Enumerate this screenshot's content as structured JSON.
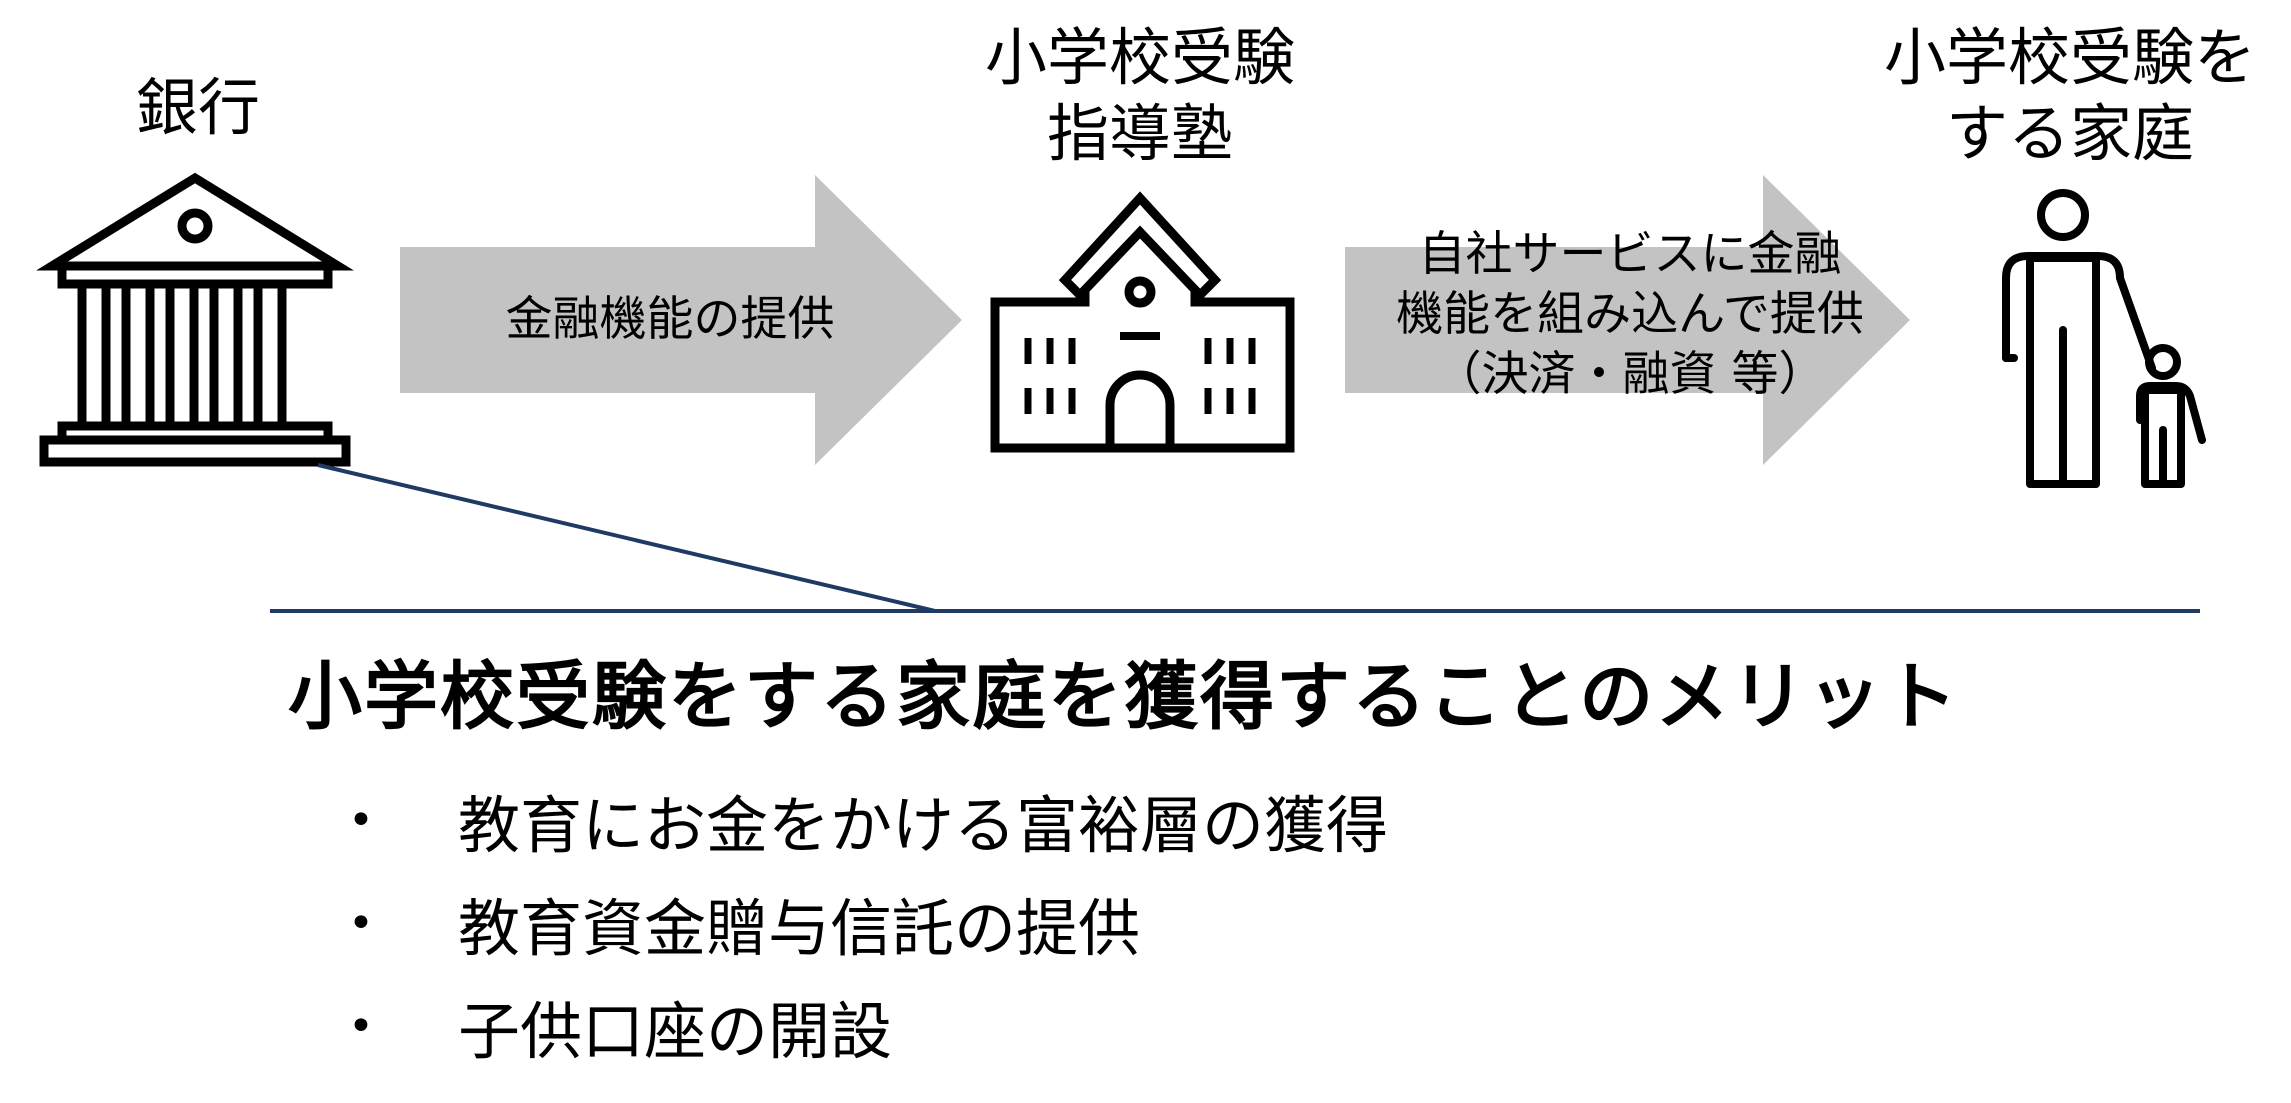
{
  "actors": {
    "bank": {
      "label": "銀行",
      "icon": "bank-icon"
    },
    "juku": {
      "label_line1": "小学校受験",
      "label_line2": "指導塾",
      "icon": "school-icon"
    },
    "family": {
      "label_line1": "小学校受験を",
      "label_line2": "する家庭",
      "icon": "parent-child-icon"
    }
  },
  "arrows": {
    "bank_to_juku": {
      "text": "金融機能の提供"
    },
    "juku_to_family": {
      "line1": "自社サービスに金融",
      "line2": "機能を組み込んで提供",
      "line3": "（決済・融資 等）"
    }
  },
  "merits": {
    "heading": "小学校受験をする家庭を獲得することのメリット",
    "items": [
      {
        "bullet": "•",
        "text": "教育にお金をかける富裕層の獲得"
      },
      {
        "bullet": "•",
        "text": "教育資金贈与信託の提供"
      },
      {
        "bullet": "•",
        "text": "子供口座の開設"
      }
    ]
  },
  "colors": {
    "arrow": "#c3c3c3",
    "connector": "#1f3b64",
    "icon": "#000000"
  }
}
